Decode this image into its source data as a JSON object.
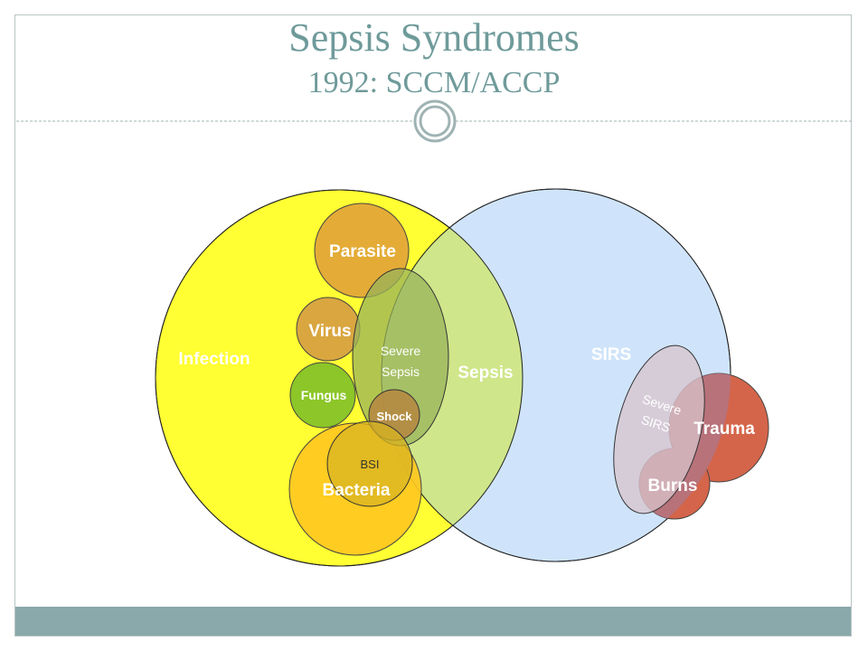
{
  "slide": {
    "title": "Sepsis Syndromes",
    "subtitle": "1992: SCCM/ACCP"
  },
  "diagram": {
    "labels": {
      "infection": "Infection",
      "sirs": "SIRS",
      "sepsis": "Sepsis",
      "parasite": "Parasite",
      "virus": "Virus",
      "fungus": "Fungus",
      "bacteria": "Bacteria",
      "bsi": "BSI",
      "severe_sepsis_line1": "Severe",
      "severe_sepsis_line2": "Sepsis",
      "shock": "Shock",
      "severe_sirs_line1": "Severe",
      "severe_sirs_line2": "SIRS",
      "trauma": "Trauma",
      "burns": "Burns"
    },
    "colors": {
      "infection": "#ffff33",
      "sirs": "#cfe4fa",
      "sepsis_overlap": "#cfe68a",
      "parasite": "#e3a838",
      "virus": "#d9a640",
      "fungus": "#8cc628",
      "bacteria": "#ffc820",
      "severe_sepsis": "#98b35a",
      "trauma": "#d4654a",
      "severe_sirs": "#d8c4cc",
      "title": "#6f9a9a",
      "footer": "#8aa9ab"
    }
  }
}
